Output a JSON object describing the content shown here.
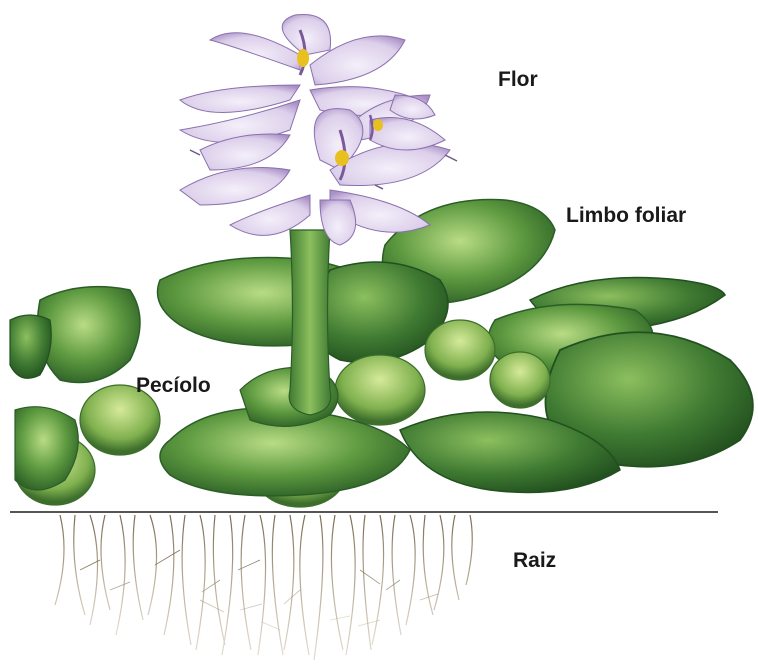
{
  "labels": {
    "flower": "Flor",
    "leaf_blade": "Limbo foliar",
    "petiole": "Pecíolo",
    "root": "Raiz"
  },
  "colors": {
    "leaf_dark": "#2f6b2a",
    "leaf_mid": "#4e8c38",
    "leaf_light": "#9cc86a",
    "flower": "#d9cce8",
    "flower_dark": "#7a5a9a",
    "flower_center": "#e8c020",
    "root": "#8a7a60",
    "water_line": "#555555"
  }
}
